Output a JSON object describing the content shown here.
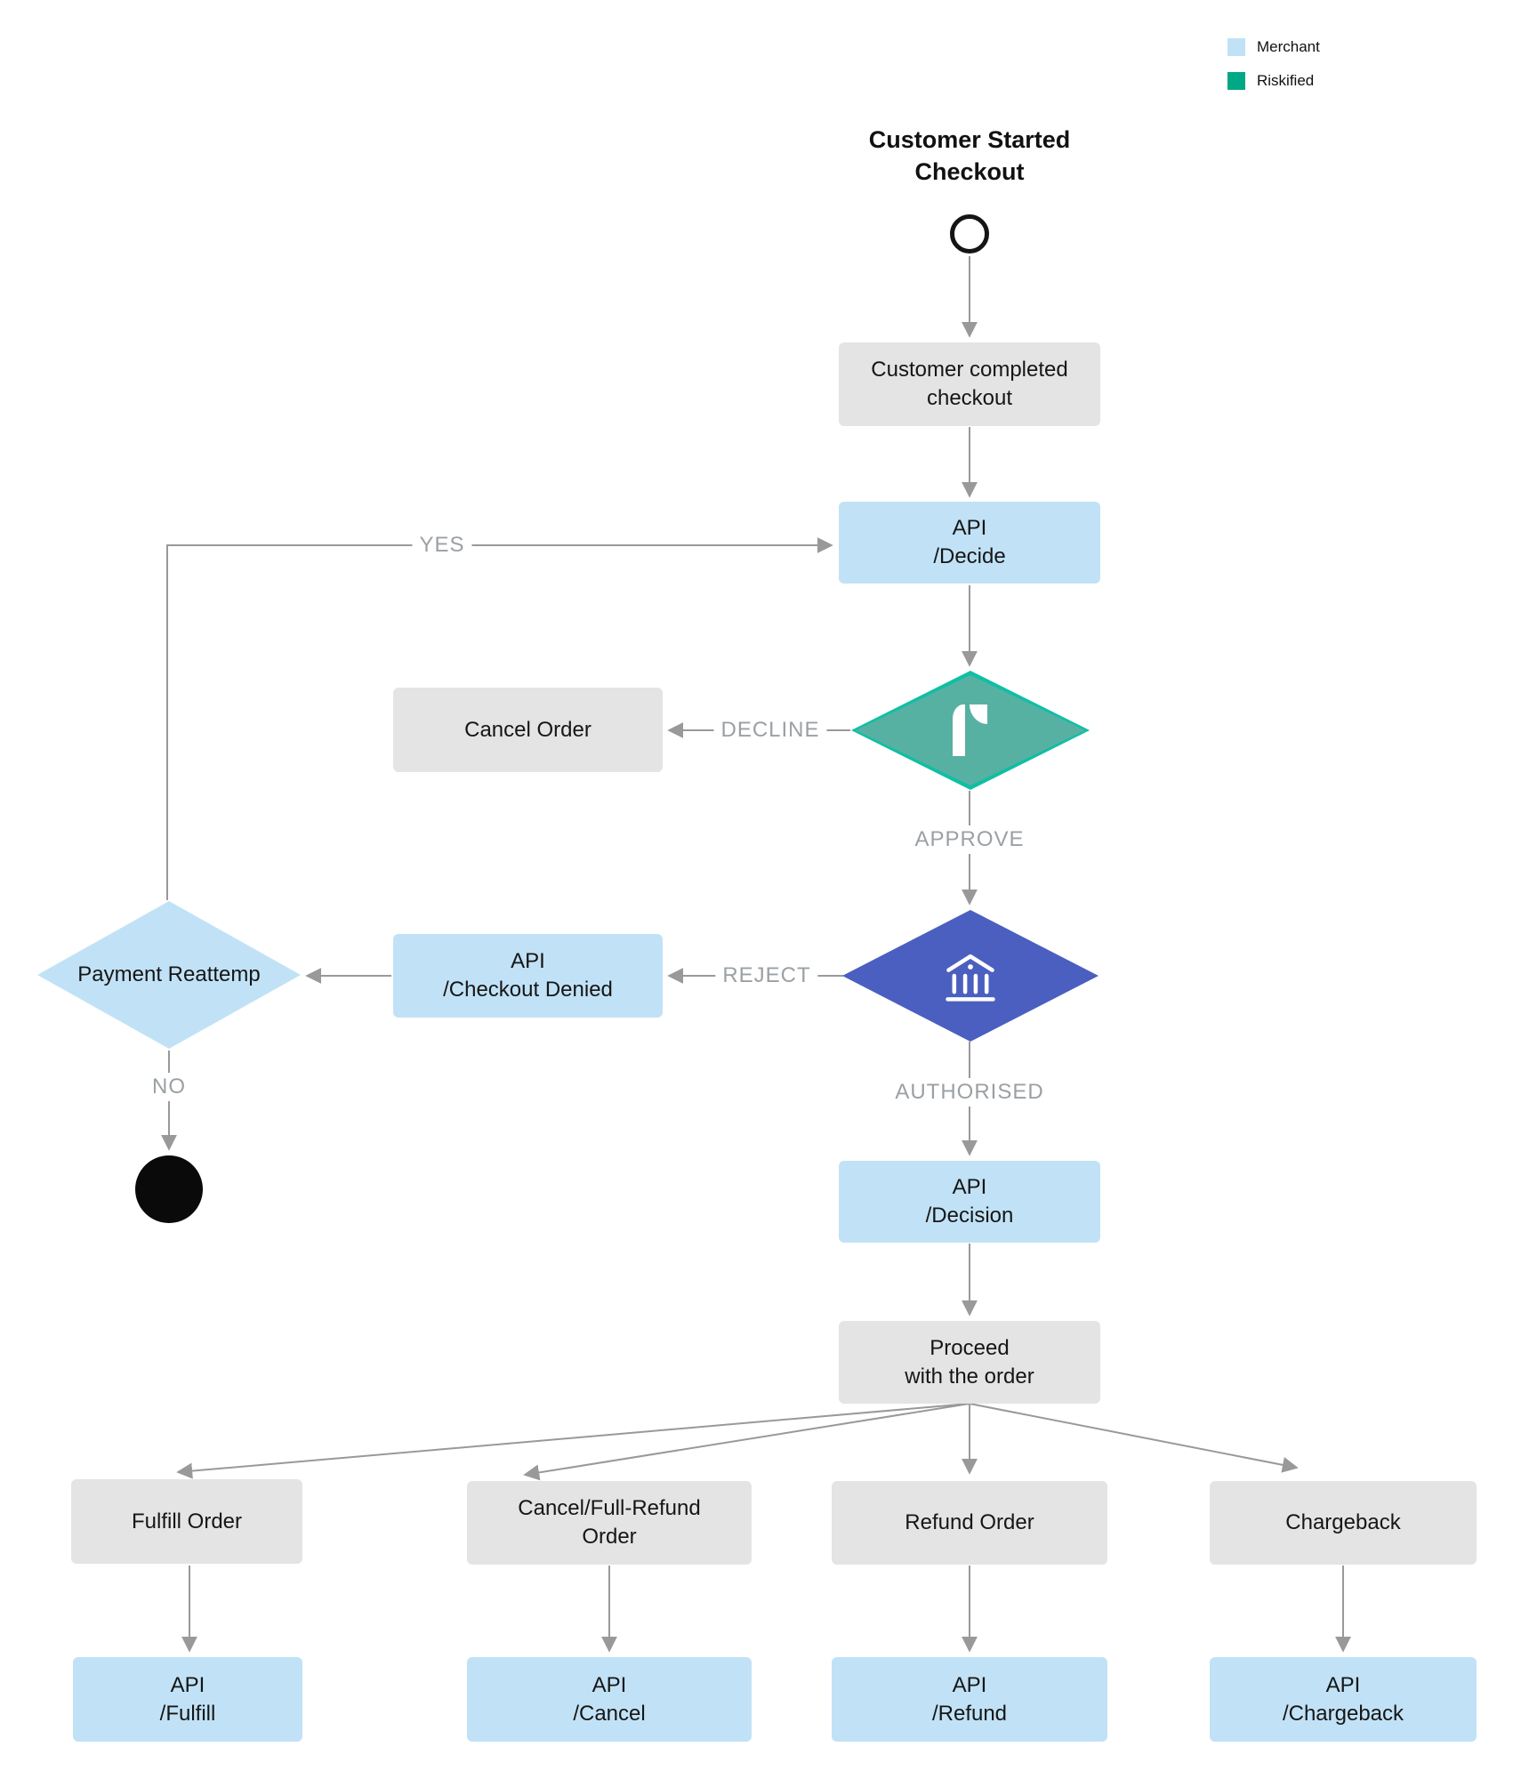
{
  "legend": {
    "items": [
      {
        "label": "Merchant",
        "color_key": "merchant_blue"
      },
      {
        "label": "Riskified",
        "color_key": "riskified_green"
      }
    ]
  },
  "title": "Customer Started\nCheckout",
  "nodes": {
    "customer_completed": "Customer completed\ncheckout",
    "api_decide": "API\n/Decide",
    "cancel_order": "Cancel Order",
    "api_checkout_denied": "API\n/Checkout Denied",
    "payment_reattempt": "Payment Reattemp",
    "api_decision": "API\n/Decision",
    "proceed": "Proceed\nwith the order",
    "fulfill_order": "Fulfill Order",
    "cancel_full_refund": "Cancel/Full-Refund\nOrder",
    "refund_order": "Refund  Order",
    "chargeback": "Chargeback",
    "api_fulfill": "API\n/Fulfill",
    "api_cancel": "API\n/Cancel",
    "api_refund": "API\n/Refund",
    "api_chargeback": "API\n/Chargeback"
  },
  "edge_labels": {
    "yes": "YES",
    "no": "NO",
    "decline": "DECLINE",
    "approve": "APPROVE",
    "reject": "REJECT",
    "authorised": "AUTHORISED"
  },
  "icons": {
    "riskified_logo": "riskified-r-logo",
    "bank": "bank-icon"
  },
  "colors": {
    "merchant_blue": "#C1E2F6",
    "riskified_green": "#00A886",
    "box_gray": "#E4E4E4",
    "diamond_teal_fill": "#57B1A2",
    "diamond_teal_border": "#0FBFA4",
    "diamond_indigo": "#4A5FC0",
    "arrow_gray": "#999999",
    "edge_label_gray": "#9AA0A4"
  }
}
